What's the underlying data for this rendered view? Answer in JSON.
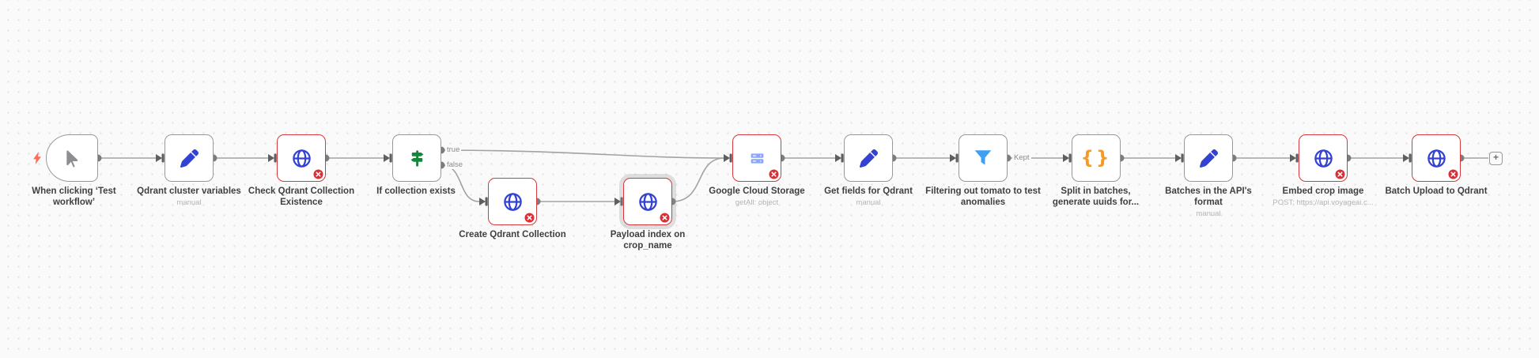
{
  "app": "workflow-canvas",
  "colors": {
    "canvas_bg": "#fafafa",
    "dot_grid": "#e3e3e6",
    "node_border": "#98999b",
    "error_border": "#d5383e",
    "error_badge": "#dc2f35",
    "edge": "#a2a2a4",
    "blue_icon": "#3342d2",
    "green_icon": "#15873c",
    "gcs_icon": "#8ca7f8",
    "funnel_icon": "#3f9ff0",
    "braces_icon": "#f59a23",
    "bolt_icon": "#ff6d5a"
  },
  "nodes": [
    {
      "title": "When clicking ‘Test workflow’",
      "subtitle": "",
      "icon": "cursor-icon",
      "status": "normal",
      "kind": "trigger"
    },
    {
      "title": "Qdrant cluster variables",
      "subtitle": "manual",
      "icon": "pencil-icon",
      "status": "normal"
    },
    {
      "title": "Check Qdrant Collection Existence",
      "subtitle": "",
      "icon": "globe-icon",
      "status": "error"
    },
    {
      "title": "If collection exists",
      "subtitle": "",
      "icon": "signpost-icon",
      "status": "normal",
      "outputs": [
        "true",
        "false"
      ]
    },
    {
      "title": "Create Qdrant Collection",
      "subtitle": "",
      "icon": "globe-icon",
      "status": "error"
    },
    {
      "title": "Payload index on crop_name",
      "subtitle": "",
      "icon": "globe-icon",
      "status": "error",
      "selected": true
    },
    {
      "title": "Google Cloud Storage",
      "subtitle": "getAll: object",
      "icon": "gcs-icon",
      "status": "error"
    },
    {
      "title": "Get fields for Qdrant",
      "subtitle": "manual",
      "icon": "pencil-icon",
      "status": "normal"
    },
    {
      "title": "Filtering out tomato to test anomalies",
      "subtitle": "",
      "icon": "funnel-icon",
      "status": "normal"
    },
    {
      "title": "Split in batches, generate uuids for...",
      "subtitle": "",
      "icon": "braces-icon",
      "status": "normal"
    },
    {
      "title": "Batches in the API's format",
      "subtitle": "manual",
      "icon": "pencil-icon",
      "status": "normal"
    },
    {
      "title": "Embed crop image",
      "subtitle": "POST: https://api.voyageai.c...",
      "icon": "globe-icon",
      "status": "error"
    },
    {
      "title": "Batch Upload to Qdrant",
      "subtitle": "",
      "icon": "globe-icon",
      "status": "error"
    }
  ],
  "edge_labels": {
    "if_true": "true",
    "if_false": "false",
    "filter_kept": "Kept"
  },
  "connections": [
    {
      "from": "When clicking ‘Test workflow’",
      "to": "Qdrant cluster variables"
    },
    {
      "from": "Qdrant cluster variables",
      "to": "Check Qdrant Collection Existence"
    },
    {
      "from": "Check Qdrant Collection Existence",
      "to": "If collection exists"
    },
    {
      "from": "If collection exists",
      "to": "Google Cloud Storage",
      "label": "true"
    },
    {
      "from": "If collection exists",
      "to": "Create Qdrant Collection",
      "label": "false"
    },
    {
      "from": "Create Qdrant Collection",
      "to": "Payload index on crop_name"
    },
    {
      "from": "Payload index on crop_name",
      "to": "Google Cloud Storage"
    },
    {
      "from": "Google Cloud Storage",
      "to": "Get fields for Qdrant"
    },
    {
      "from": "Get fields for Qdrant",
      "to": "Filtering out tomato to test anomalies"
    },
    {
      "from": "Filtering out tomato to test anomalies",
      "to": "Split in batches, generate uuids for...",
      "label": "Kept"
    },
    {
      "from": "Split in batches, generate uuids for...",
      "to": "Batches in the API's format"
    },
    {
      "from": "Batches in the API's format",
      "to": "Embed crop image"
    },
    {
      "from": "Embed crop image",
      "to": "Batch Upload to Qdrant"
    }
  ],
  "add_node_button": {
    "label": "+"
  }
}
